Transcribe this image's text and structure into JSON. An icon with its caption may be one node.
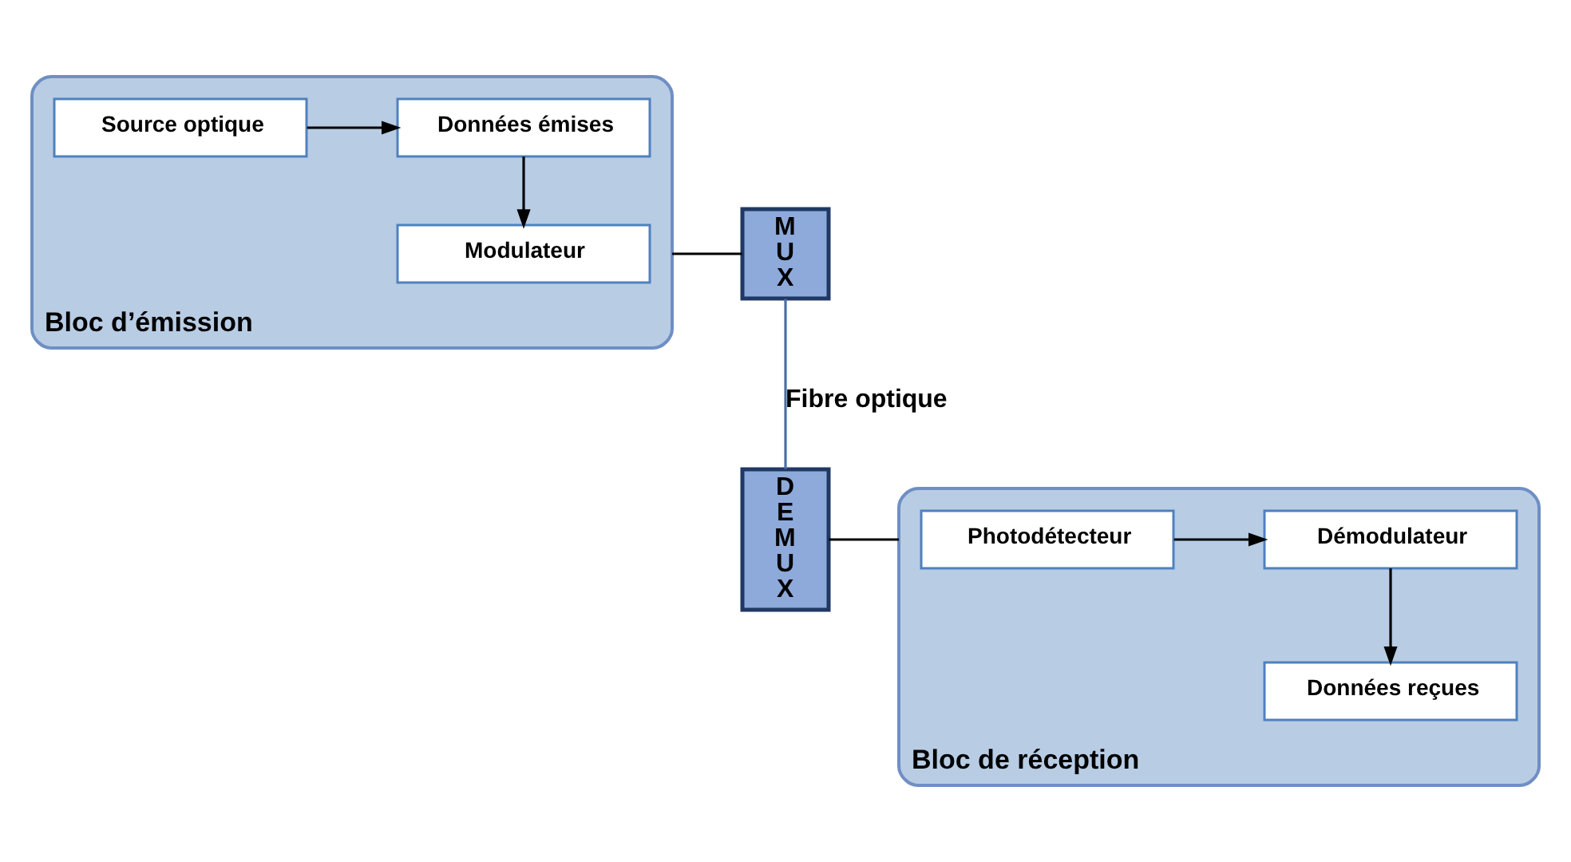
{
  "diagram": {
    "nodes": [
      {
        "text": [
          "Bloc d’émission"
        ]
      },
      {
        "text": [
          "Source optique"
        ],
        "in": 0
      },
      {
        "text": [
          "Données émises"
        ],
        "in": 0
      },
      {
        "text": [
          "Modulateur"
        ],
        "in": 0
      },
      {
        "text": [
          "M U X"
        ]
      },
      {
        "text": [
          "D E M U X"
        ]
      },
      {
        "text": [
          "Bloc de réception"
        ]
      },
      {
        "text": [
          "Photodétecteur"
        ],
        "in": 6
      },
      {
        "text": [
          "Démodulateur"
        ],
        "in": 6
      },
      {
        "text": [
          "Données reçues"
        ],
        "in": 6
      }
    ],
    "edges": [
      {
        "from": 1,
        "to": 2,
        "arrow": "to"
      },
      {
        "from": 2,
        "to": 3,
        "arrow": "to"
      },
      {
        "from": 0,
        "to": 4,
        "arrow": "none"
      },
      {
        "from": 4,
        "to": 5,
        "arrow": "none",
        "label": "Fibre optique",
        "color": "#4a6ea8"
      },
      {
        "from": 5,
        "to": 6,
        "arrow": "none"
      },
      {
        "from": 7,
        "to": 8,
        "arrow": "to"
      },
      {
        "from": 8,
        "to": 9,
        "arrow": "to"
      }
    ]
  }
}
